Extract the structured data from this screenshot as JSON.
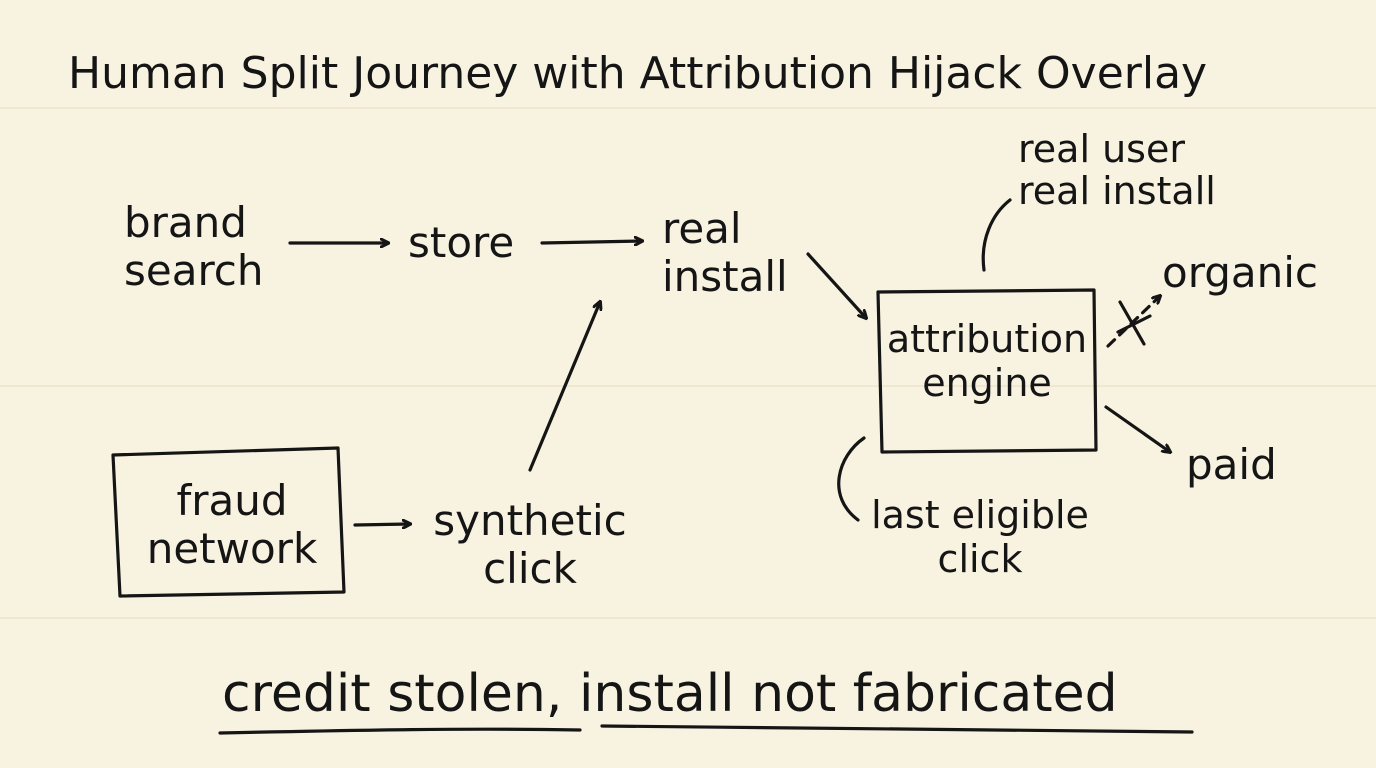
{
  "title": "Human Split Journey with Attribution Hijack Overlay",
  "nodes": {
    "brand_search": [
      "brand",
      "search"
    ],
    "store": "store",
    "real_install": [
      "real",
      "install"
    ],
    "attribution_engine": [
      "attribution",
      "engine"
    ],
    "fraud_network": [
      "fraud",
      "network"
    ],
    "synthetic_click": [
      "synthetic",
      "click"
    ],
    "organic": "organic",
    "paid": "paid"
  },
  "annotations": {
    "real_user": [
      "real user",
      "real install"
    ],
    "last_eligible": [
      "last eligible",
      "click"
    ]
  },
  "conclusion": "credit stolen, install not fabricated",
  "ink_color": "#151515",
  "paper_color": "#f8f3e1"
}
